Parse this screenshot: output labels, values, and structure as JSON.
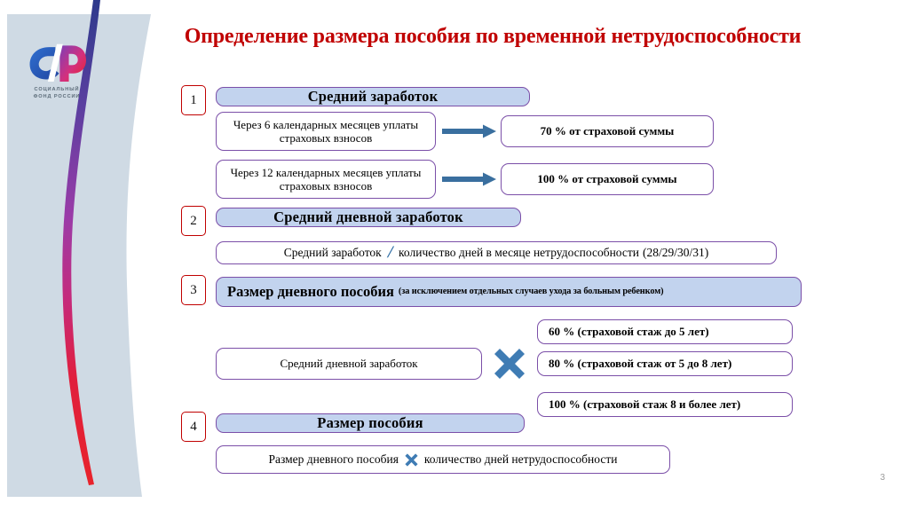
{
  "slide": {
    "title": "Определение размера пособия по временной нетрудоспособности",
    "page_number": "3",
    "title_color": "#c00000",
    "accent_border": "#7b4fa8",
    "fill_color": "#c2d3ed",
    "panel_color": "#cfdae4",
    "arrow_color": "#3a6f9f",
    "badge_border": "#c00000"
  },
  "branding": {
    "logo_name": "sfr-logo",
    "caption_line1": "СОЦИАЛЬНЫЙ",
    "caption_line2": "ФОНД РОССИИ",
    "caption": "СОЦИАЛЬНЫЙ\nФОНД РОССИИ"
  },
  "sections": [
    {
      "number": "1",
      "heading": "Средний заработок",
      "rows": [
        {
          "condition": "Через 6 календарных месяцев уплаты страховых взносов",
          "result": "70 % от страховой суммы"
        },
        {
          "condition": "Через 12 календарных месяцев уплаты страховых взносов",
          "result": "100 % от страховой суммы"
        }
      ]
    },
    {
      "number": "2",
      "heading": "Средний дневной  заработок",
      "formula": {
        "left": "Средний заработок",
        "operator": "/",
        "right": "количество дней в месяце нетрудоспособности",
        "note": "(28/29/30/31)"
      }
    },
    {
      "number": "3",
      "heading_main": "Размер дневного пособия",
      "heading_sub": "(за исключением отдельных случаев ухода за больным ребенком)",
      "operand": "Средний дневной заработок",
      "operator": "×",
      "rates": [
        "60 % (страховой стаж до 5 лет)",
        "80 % (страховой стаж от 5 до 8 лет)",
        "100 % (страховой стаж 8 и более лет)"
      ]
    },
    {
      "number": "4",
      "heading": "Размер пособия",
      "formula": {
        "left": "Размер дневного пособия",
        "operator": "×",
        "right": "количество дней нетрудоспособности"
      }
    }
  ]
}
